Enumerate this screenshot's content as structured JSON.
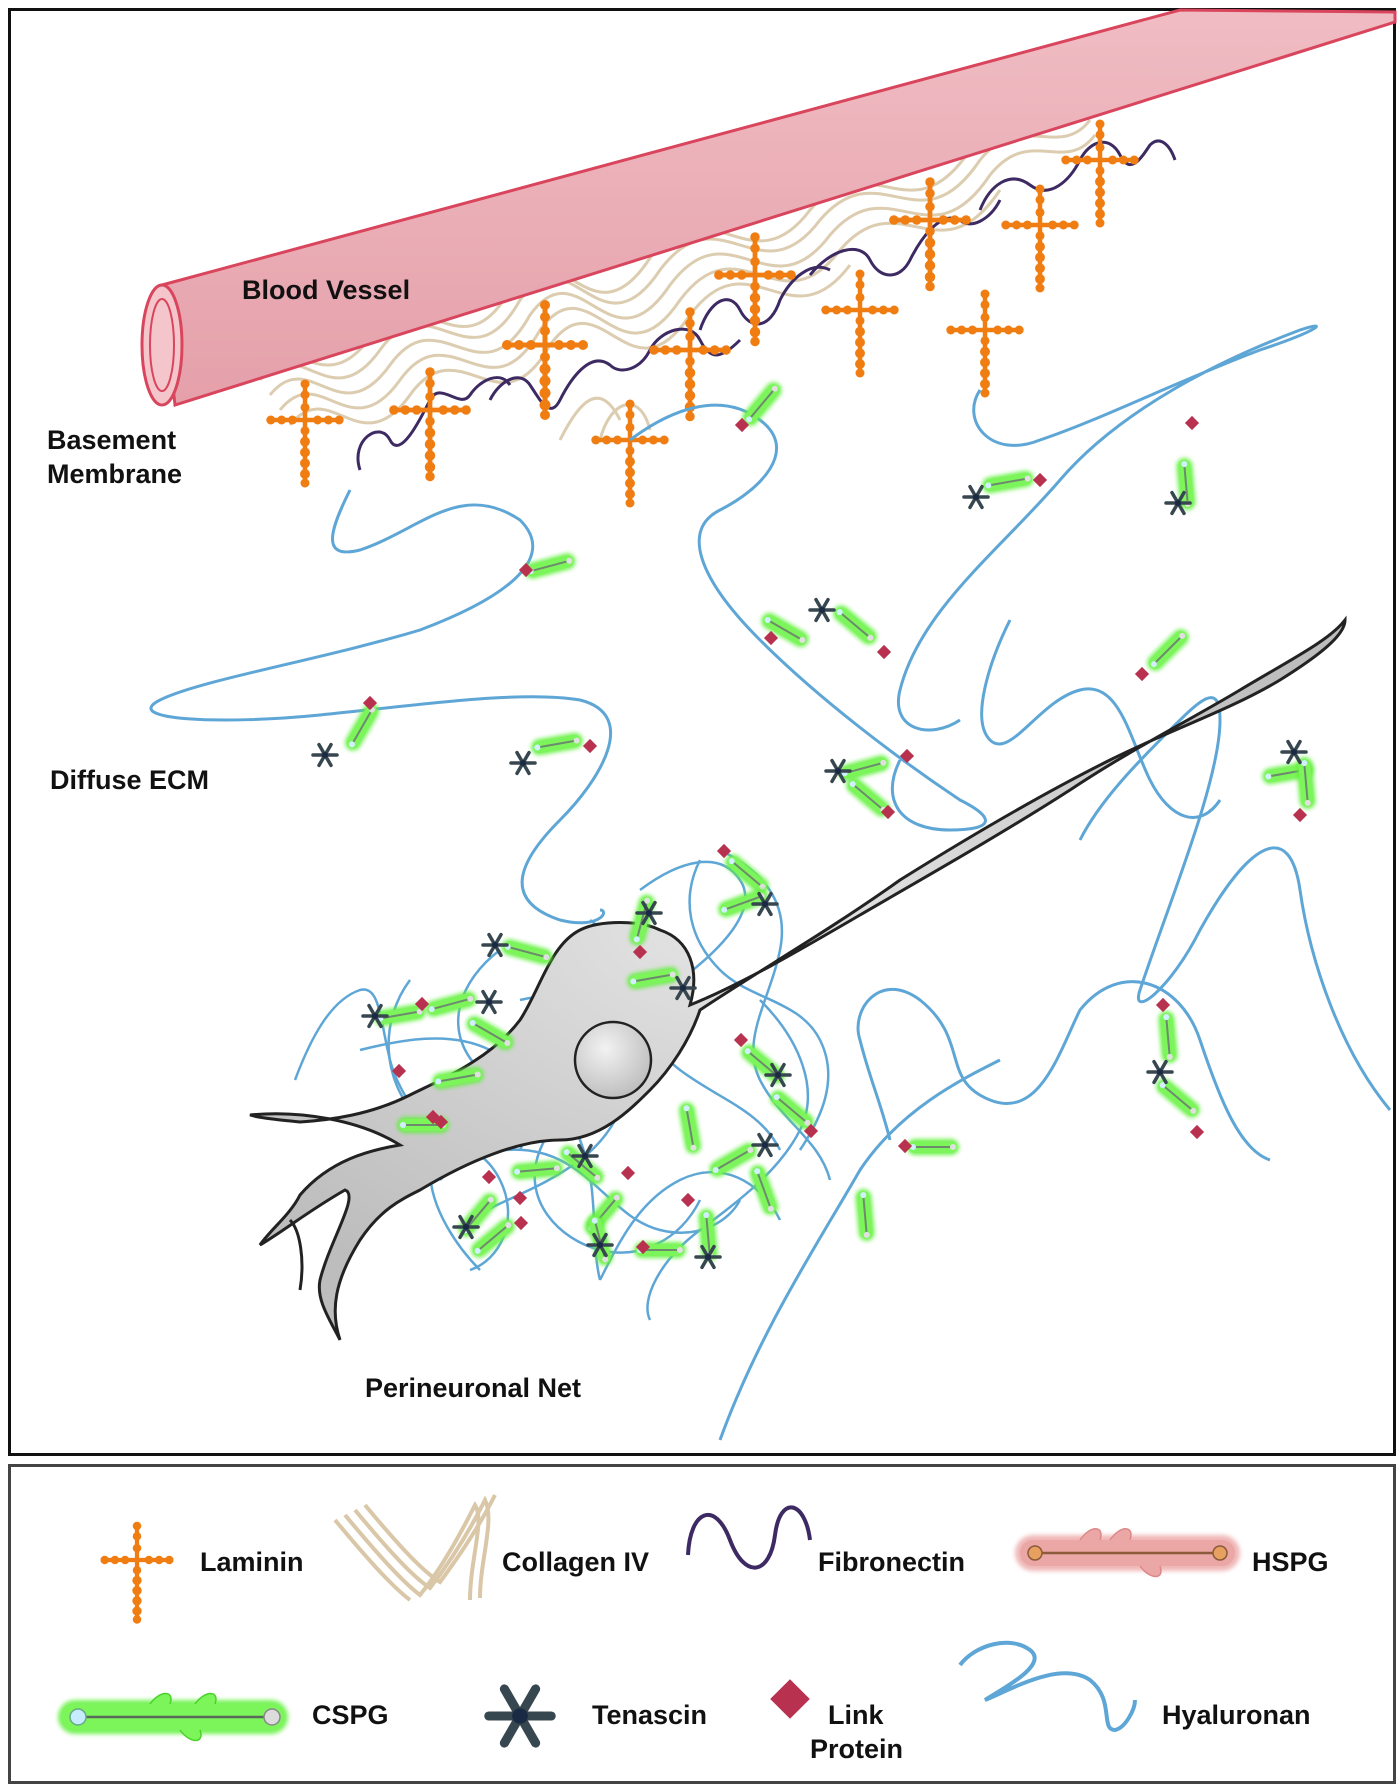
{
  "diagram": {
    "labels": {
      "blood_vessel": "Blood Vessel",
      "basement_membrane_line1": "Basement",
      "basement_membrane_line2": "Membrane",
      "diffuse_ecm": "Diffuse ECM",
      "perineuronal_net": "Perineuronal Net"
    }
  },
  "legend": {
    "items": [
      {
        "icon": "laminin-icon",
        "label": "Laminin"
      },
      {
        "icon": "collagen-iv-icon",
        "label": "Collagen IV"
      },
      {
        "icon": "fibronectin-icon",
        "label": "Fibronectin"
      },
      {
        "icon": "hspg-icon",
        "label": "HSPG"
      },
      {
        "icon": "cspg-icon",
        "label": "CSPG"
      },
      {
        "icon": "tenascin-icon",
        "label": "Tenascin"
      },
      {
        "icon": "link-protein-icon",
        "label_line1": "Link",
        "label_line2": "Protein"
      },
      {
        "icon": "hyaluronan-icon",
        "label": "Hyaluronan"
      }
    ]
  },
  "colors": {
    "vessel": "#e8a3ac",
    "vessel_edge": "#d9455c",
    "laminin": "#f07d12",
    "collagen": "#d9c7a8",
    "fibronectin": "#3d2a63",
    "hyaluronan": "#5ea6d6",
    "cspg": "#5ef03a",
    "link_protein": "#b8324f",
    "tenascin": "#37474f",
    "neuron": "#c8c8c8",
    "hspg": "#e99a9a"
  }
}
